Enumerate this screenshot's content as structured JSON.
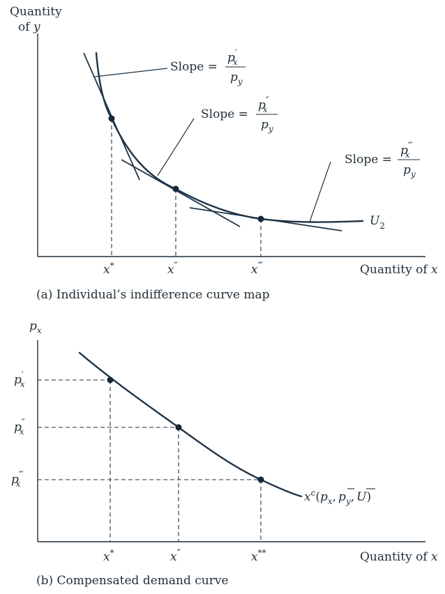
{
  "panel_a": {
    "y_axis_label_1": "Quantity",
    "y_axis_label_2": "of",
    "y_axis_label_var": "y",
    "x_axis_label": "Quantity of",
    "x_axis_var": "x",
    "curve_label": "U",
    "curve_label_sub": "2",
    "slope_word": "Slope =",
    "slope_1_num": "p",
    "slope_1_num_sub": "x",
    "slope_1_num_prime": "′",
    "slope_2_num_prime": "″",
    "slope_3_num_prime": "‴",
    "slope_den": "p",
    "slope_den_sub": "y",
    "tick_1": "x",
    "tick_1_mark": "*",
    "tick_2": "x",
    "tick_2_mark": "″",
    "tick_3": "x",
    "tick_3_mark": "‴",
    "caption": "(a) Individual’s indifference curve map"
  },
  "panel_b": {
    "y_axis_label": "p",
    "y_axis_label_sub": "x",
    "x_axis_label": "Quantity of",
    "x_axis_var": "x",
    "price_1": "p",
    "price_1_sub": "x",
    "price_1_mark": "′",
    "price_2_mark": "″",
    "price_3_mark": "‴",
    "tick_1": "x",
    "tick_1_mark": "*",
    "tick_2": "x",
    "tick_2_mark": "″",
    "tick_3": "x",
    "tick_3_mark": "**",
    "curve_label_x": "x",
    "curve_label_sup": "c",
    "curve_label_open": "(",
    "curve_label_px": "p",
    "curve_label_px_sub": "x",
    "curve_label_comma": ",",
    "curve_label_py": "p",
    "curve_label_py_sub": "y",
    "curve_label_u": "U",
    "curve_label_close": ")",
    "caption": "(b) Compensated demand curve"
  }
}
